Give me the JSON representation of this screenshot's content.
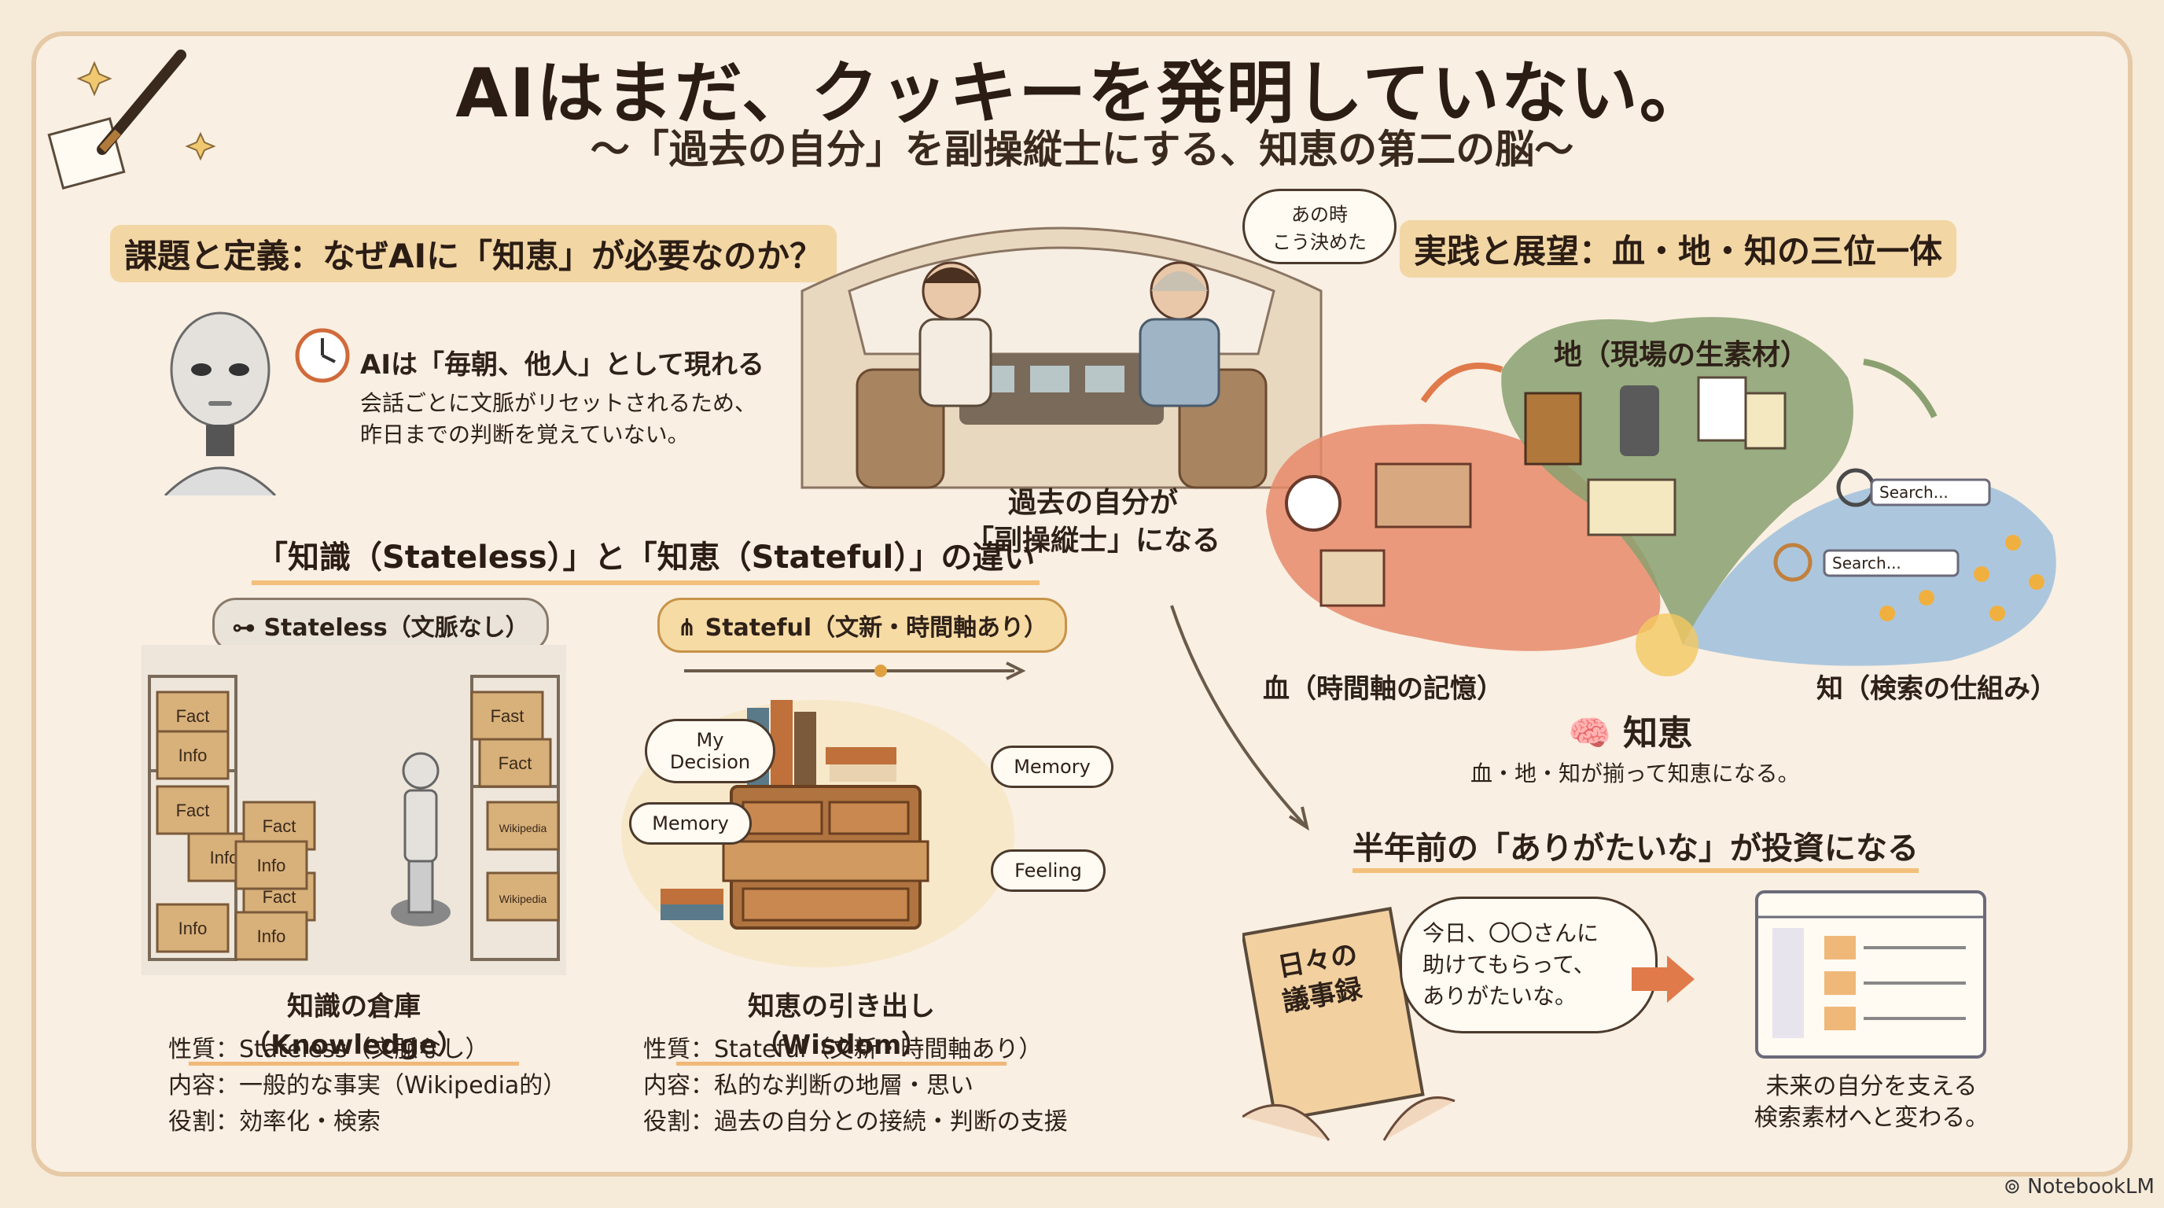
{
  "header": {
    "title": "AIはまだ、クッキーを発明していない。",
    "subtitle": "〜「過去の自分」を副操縦士にする、知恵の第二の脳〜"
  },
  "problem": {
    "heading": "課題と定義：なぜAIに「知恵」が必要なのか？",
    "point_title": "AIは「毎朝、他人」として現れる",
    "point_body_1": "会話ごとに文脈がリセットされるため、",
    "point_body_2": "昨日までの判断を覚えていない。"
  },
  "cockpit": {
    "thought_bubble_1": "あの時",
    "thought_bubble_2": "こう決めた",
    "caption_1": "過去の自分が",
    "caption_2": "「副操縦士」になる"
  },
  "difference": {
    "heading": "「知識（Stateless）」と「知恵（Stateful）」の違い",
    "stateless_pill": "Stateless（文脈なし）",
    "stateful_pill": "Stateful（文新・時間軸あり）",
    "warehouse_boxes": [
      "Fact",
      "Info",
      "Fact",
      "Info",
      "Fact",
      "Fact",
      "Info",
      "Info",
      "Fast",
      "Wikipedia",
      "Wikipedia",
      "Info",
      "Fact"
    ],
    "drawer_bubbles": [
      "My Decision",
      "Memory",
      "Memory",
      "Feeling"
    ],
    "knowledge": {
      "caption": "知識の倉庫（Knowledge）",
      "rows": [
        "性質：Stateless（文脈なし）",
        "内容：一般的な事実（Wikipedia的）",
        "役割：効率化・検索"
      ]
    },
    "wisdom": {
      "caption": "知恵の引き出し（Wisdom）",
      "rows": [
        "性質：Stateful（文新・時間軸あり）",
        "内容：私的な判断の地層・思い",
        "役割：過去の自分との接続・判断の支援"
      ]
    }
  },
  "practice": {
    "heading": "実践と展望：血・地・知の三位一体",
    "earth_label": "地（現場の生素材）",
    "blood_label": "血（時間軸の記憶）",
    "knowledge_label": "知（検索の仕組み）",
    "wisdom_label": "知恵",
    "wisdom_caption": "血・地・知が揃って知恵になる。",
    "search_1": "Search...",
    "search_2": "Search..."
  },
  "gratitude": {
    "heading": "半年前の「ありがたいな」が投資になる",
    "notebook_1": "日々の",
    "notebook_2": "議事録",
    "speech": [
      "今日、〇〇さんに",
      "助けてもらって、",
      "ありがたいな。"
    ],
    "result_1": "未来の自分を支える",
    "result_2": "検索素材へと変わる。"
  },
  "footer": {
    "brand": "NotebookLM"
  },
  "colors": {
    "background": "#f9efe2",
    "accent": "#f2d6a4",
    "arrow": "#e07a4a",
    "blood": "#e8896a",
    "earth": "#8aa070",
    "knowledge": "#9fc0dc"
  }
}
